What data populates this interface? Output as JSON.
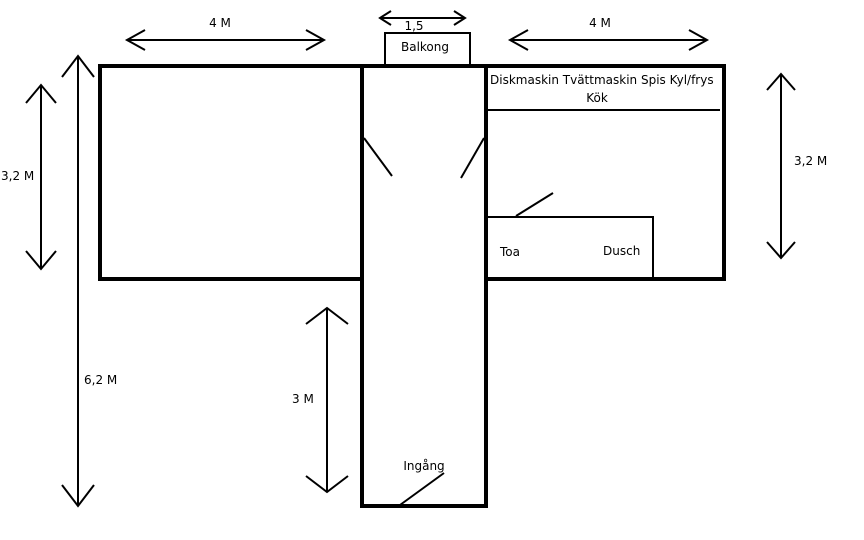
{
  "floorplan": {
    "dimensions": {
      "left_room_width": "4 M",
      "balcony_width": "1,5",
      "right_room_width": "4 M",
      "left_room_depth": "3,2 M",
      "total_depth": "6,2 M",
      "corridor_length": "3 M",
      "right_room_depth": "3,2 M"
    },
    "labels": {
      "balcony": "Balkong",
      "appliances": "Diskmaskin Tvättmaskin Spis Kyl/frys",
      "kitchen": "Kök",
      "toilet": "Toa",
      "shower": "Dusch",
      "entrance": "Ingång"
    }
  }
}
